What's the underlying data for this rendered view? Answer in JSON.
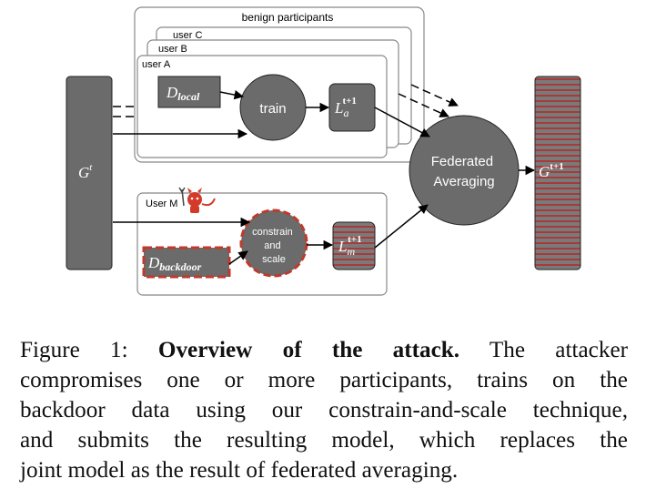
{
  "diagram": {
    "benign_group_label": "benign participants",
    "user_labels": [
      "user C",
      "user B",
      "user A"
    ],
    "malicious_user_label": "User M",
    "global_model": {
      "base": "G",
      "sup": "t"
    },
    "local_data": {
      "base": "D",
      "sub": "local"
    },
    "backdoor_data": {
      "base": "D",
      "sub": "backdoor"
    },
    "train_label": "train",
    "constrain_label_lines": [
      "constrain",
      "and",
      "scale"
    ],
    "benign_model": {
      "base": "L",
      "sub": "a",
      "sup": "t+1"
    },
    "malicious_model": {
      "base": "L",
      "sub": "m",
      "sup": "t+1"
    },
    "aggregation_label_lines": [
      "Federated",
      "Averaging"
    ],
    "new_global_model": {
      "base": "G",
      "sup": "t+1"
    },
    "attacker_icon": "devil-icon",
    "colors": {
      "box_gray": "#6b6b6b",
      "backdoor_red": "#c0392b",
      "hatch_red": "#9b3a3a",
      "panel_border": "#888888"
    }
  },
  "caption": {
    "figure_label": "Figure 1:",
    "title": "Overview of the attack.",
    "line1_rest": "The attacker",
    "line2": "compromises one or more participants, trains on the",
    "line3": "backdoor data using our constrain-and-scale technique,",
    "line4": "and submits the resulting model, which replaces the",
    "line5": "joint model as the result of federated averaging."
  }
}
